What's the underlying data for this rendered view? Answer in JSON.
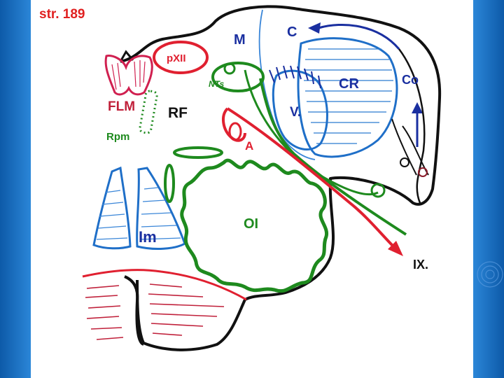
{
  "page_label": "str.  189",
  "labels": {
    "m": "M",
    "c": "C",
    "pxii": "pXII",
    "cr": "CR",
    "co": "Co",
    "nts": "NTs",
    "flm": "FLM",
    "rf": "RF",
    "v": "V.",
    "rpm": "Rpm",
    "a": "A",
    "oi": "OI",
    "im": "Im",
    "ix": "IX."
  },
  "colors": {
    "background": "#1a6fc4",
    "page": "#ffffff",
    "outline": "#111111",
    "red": "#e02030",
    "green": "#1e8a1e",
    "blue": "#1f6fc8",
    "dark_blue": "#1a2fa0",
    "magenta": "#d02050"
  }
}
